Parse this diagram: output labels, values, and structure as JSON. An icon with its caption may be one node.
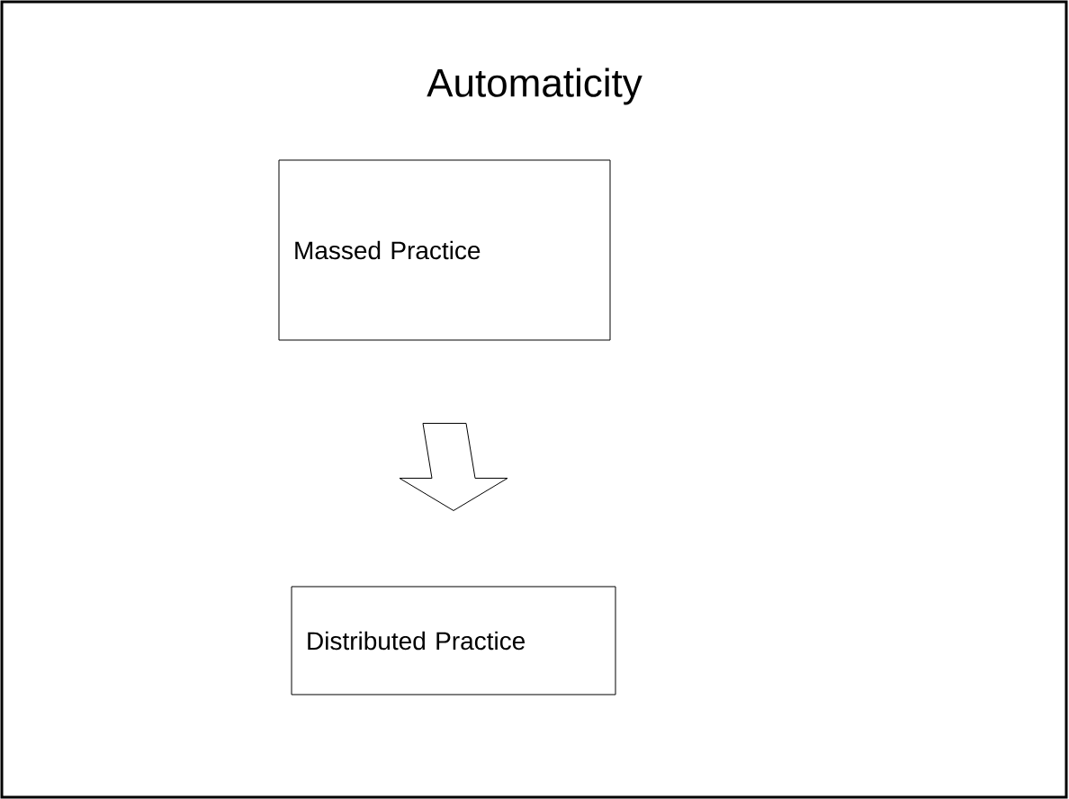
{
  "diagram": {
    "title": "Automaticity",
    "nodes": [
      {
        "text": [
          "Massed Practice"
        ]
      },
      {
        "text": [
          "Distributed Practice"
        ]
      }
    ],
    "edges": [
      {
        "from": 0,
        "to": 1,
        "arrow": "to"
      }
    ]
  }
}
